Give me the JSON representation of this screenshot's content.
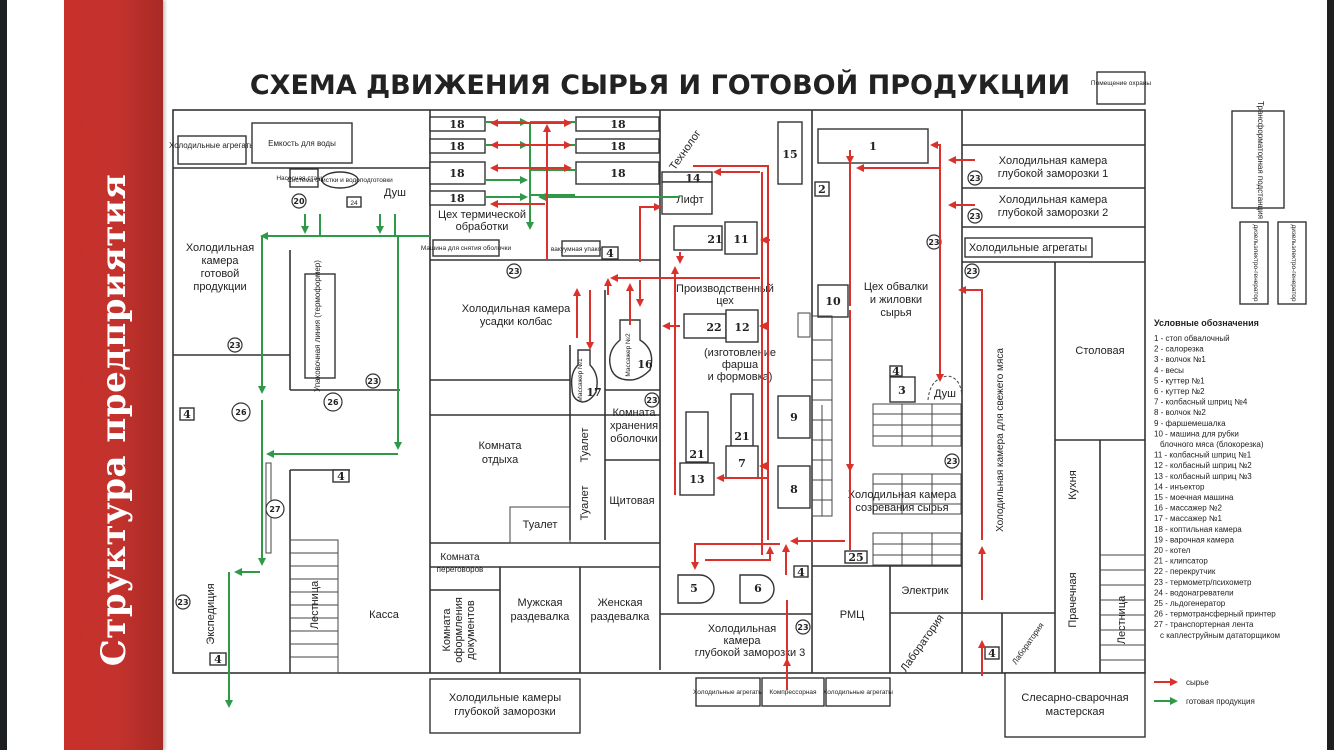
{
  "banner": {
    "title": "Структура предприятия",
    "color": "#c8302b"
  },
  "diagram": {
    "title": "СХЕМА ДВИЖЕНИЯ СЫРЬЯ И ГОТОВОЙ ПРОДУКЦИИ",
    "colors": {
      "raw": "#d9312b",
      "finished": "#2e9a48",
      "walls": "#333333"
    },
    "rooms": {
      "security": "Помещение охраны",
      "cold_units_top": "Холодильные агрегаты",
      "water_tank": "Емкость для воды",
      "pump_station": "Насосная станция",
      "water_treatment": "Система очистки и водоподготовки",
      "shower_top": "Душ",
      "thermal_shop": [
        "Цех термической",
        "обработки"
      ],
      "casing_removal": "Машина для снятия оболочки",
      "vacuum_packing": "вакуумная упаковка",
      "technologist": "Технолог",
      "lift": "Лифт",
      "finished_cold": [
        "Холодильная",
        "камера",
        "готовой",
        "продукции"
      ],
      "packing_line": "Упаковочная линия (термоформер)",
      "shrink_cold": [
        "Холодильная камера",
        "усадки колбас"
      ],
      "massager2_label": "Массажер №2",
      "massager1_label": "Массажер №1",
      "casing_storage": [
        "Комната",
        "хранения",
        "оболочки"
      ],
      "rest_room": [
        "Комната",
        "отдыха"
      ],
      "toilet": "Туалет",
      "switchboard": "Щитовая",
      "production": [
        "Производственный",
        "цех"
      ],
      "production_sub": [
        "(изготовление",
        "фарша",
        "и формовка)"
      ],
      "deboning": [
        "Цех обвалки",
        "и жиловки",
        "сырья"
      ],
      "shower_mid": "Душ",
      "ripening_cold": [
        "Холодильная камера",
        "созревания сырья"
      ],
      "freezer1": [
        "Холодильная камера",
        "глубокой заморозки 1"
      ],
      "freezer2": [
        "Холодильная камера",
        "глубокой заморозки 2"
      ],
      "cold_units_right": "Холодильные агрегаты",
      "transformer": "Трансформаторная подстанция",
      "diesel1": "дизельэлектро-генератор",
      "diesel2": "дизельэлектро-генератор",
      "fresh_meat_cold": "Холодильная камера для свежего мяса",
      "canteen": "Столовая",
      "kitchen": "Кухня",
      "laundry": "Прачечная",
      "stairs": "Лестница",
      "expedition": "Экспедиция",
      "cashier": "Касса",
      "meeting_room": [
        "Комната",
        "переговоров"
      ],
      "docs_room": [
        "Комната",
        "оформления",
        "документов"
      ],
      "men_locker": [
        "Мужская",
        "раздевалка"
      ],
      "women_locker": [
        "Женская",
        "раздевалка"
      ],
      "freezer3": [
        "Холодильная",
        "камера",
        "глубокой заморозки 3"
      ],
      "rmc": "РМЦ",
      "electrician": "Электрик",
      "laboratory": "Лаборатория",
      "freezers_bottom": [
        "Холодильные камеры",
        "глубокой заморозки"
      ],
      "cold_units_bottom1": "Холодильные агрегаты",
      "compressor": "Компрессорная",
      "cold_units_bottom2": "Холодильные агрегаты",
      "workshop": [
        "Слесарно-сварочная",
        "мастерская"
      ]
    },
    "numbers": {
      "n1": "1",
      "n2": "2",
      "n3": "3",
      "n4": "4",
      "n5": "5",
      "n6": "6",
      "n7": "7",
      "n8": "8",
      "n9": "9",
      "n10": "10",
      "n11": "11",
      "n12": "12",
      "n13": "13",
      "n14": "14",
      "n15": "15",
      "n16": "16",
      "n17": "17",
      "n18": "18",
      "n20": "20",
      "n21": "21",
      "n22": "22",
      "n23": "23",
      "n24": "24",
      "n25": "25",
      "n26": "26",
      "n27": "27"
    }
  },
  "legend": {
    "title": "Условные обозначения",
    "items": [
      "1 - стоп обвалочный",
      "2 - салорезка",
      "3 - волчок №1",
      "4 - весы",
      "5 - куттер №1",
      "6 - куттер №2",
      "7 - колбасный шприц №4",
      "8 - волчок №2",
      "9 - фаршемешалка",
      "10 - машина для рубки",
      "блочного мяса (блокорезка)",
      "11 - колбасный шприц №1",
      "12 - колбасный шприц №2",
      "13 - колбасный шприц №3",
      "14 - инъектор",
      "15 - моечная машина",
      "16 - массажер №2",
      "17 - массажер №1",
      "18 - коптильная камера",
      "19 - варочная камера",
      "20 - котел",
      "21 - клипсатор",
      "22 - перекрутчик",
      "23 - термометр/психометр",
      "24 - водонагреватели",
      "25 - льдогенератор",
      "26 - термотрансферный принтер",
      "27 - транспортерная лента",
      "с каплеструйным дататорщиком"
    ],
    "arrows": [
      {
        "label": "сырье",
        "color": "#d9312b"
      },
      {
        "label": "готовая продукция",
        "color": "#2e9a48"
      }
    ]
  }
}
